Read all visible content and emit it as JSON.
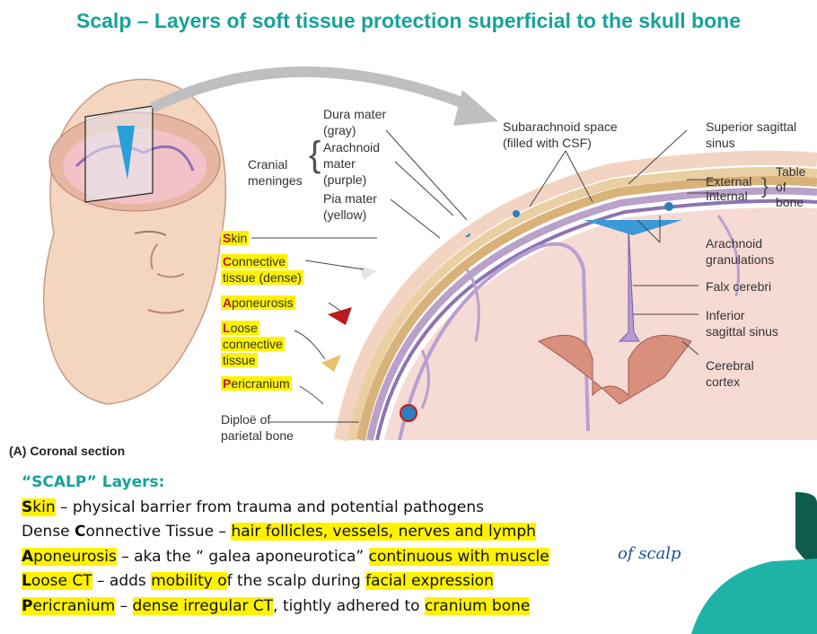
{
  "title": "Scalp – Layers of soft tissue protection superficial to the skull bone",
  "caption": "(A) Coronal section",
  "meninges": {
    "group": [
      "Cranial",
      "meninges"
    ],
    "dura": [
      "Dura mater",
      "(gray)"
    ],
    "arachnoid": [
      "Arachnoid",
      "mater",
      "(purple)"
    ],
    "pia": [
      "Pia mater",
      "(yellow)"
    ]
  },
  "labels": {
    "subarachnoid": [
      "Subarachnoid space",
      "(filled with CSF)"
    ],
    "superior_sinus": [
      "Superior sagittal",
      "sinus"
    ],
    "external": "External",
    "internal": "Internal",
    "table_of_bone": [
      "Table",
      "of",
      "bone"
    ],
    "arachnoid_gran": [
      "Arachnoid",
      "granulations"
    ],
    "falx": "Falx cerebri",
    "inferior_sinus": [
      "Inferior",
      "sagittal sinus"
    ],
    "cortex": [
      "Cerebral",
      "cortex"
    ],
    "diploe": [
      "Diploë of",
      "parietal bone"
    ]
  },
  "scalp_labels": {
    "skin": {
      "first": "S",
      "rest": "kin"
    },
    "connective": {
      "first": "C",
      "rest1": "onnective",
      "rest2": "tissue (dense)"
    },
    "aponeurosis": {
      "first": "A",
      "rest": "poneurosis"
    },
    "loose": {
      "first": "L",
      "rest1": "oose",
      "rest2": "connective",
      "rest3": "tissue"
    },
    "pericranium": {
      "first": "P",
      "rest": "ericranium"
    }
  },
  "notes": {
    "heading": "“SCALP” Layers:",
    "rows": [
      {
        "a": "S",
        "b": "kin",
        "c": " – physical barrier from trauma and potential pathogens"
      },
      {
        "a": "Dense ",
        "b": "C",
        "c": "onnective Tissue",
        "d": " – ",
        "e": "hair follicles, vessels, nerves and lymph"
      },
      {
        "a": "A",
        "b": "poneurosis",
        "c": " – aka the “ galea aponeurotica” ",
        "d": "continuous with muscle"
      },
      {
        "a": "L",
        "b": "oose CT",
        "c": " – adds ",
        "d": "mobility o",
        "e": "f the scalp during ",
        "f": "facial expression"
      },
      {
        "a": "P",
        "b": "ericranium",
        "c": " – ",
        "d": "dense irregular CT",
        "e": ", tightly adhered to ",
        "f": "cranium bone"
      }
    ],
    "handwritten": "of scalp"
  },
  "colors": {
    "accent": "#17a29a",
    "highlight": "#fff200",
    "ink": "#1a4fa0",
    "deco_dark": "#0f5c4e",
    "deco_light": "#1fb3a8"
  }
}
